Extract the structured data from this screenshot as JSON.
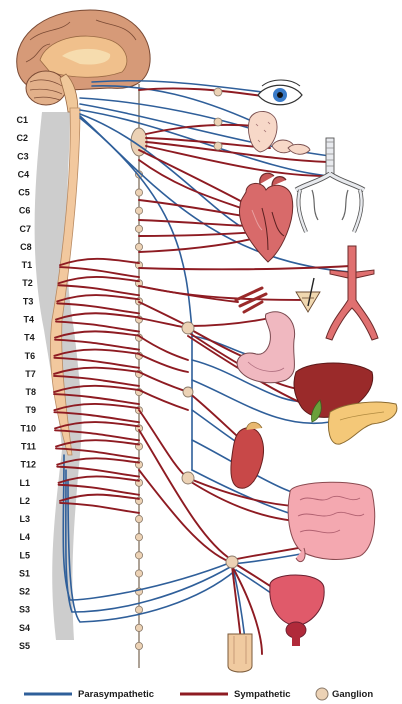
{
  "colors": {
    "parasympathetic": "#2f5f9a",
    "sympathetic": "#8e1b22",
    "ganglion": "#ecd2b5",
    "spine": "#cdcdcd"
  },
  "spinal_levels": [
    "C1",
    "C2",
    "C3",
    "C4",
    "C5",
    "C6",
    "C7",
    "C8",
    "T1",
    "T2",
    "T3",
    "T4",
    "T4",
    "T6",
    "T7",
    "T8",
    "T9",
    "T10",
    "T11",
    "T12",
    "L1",
    "L2",
    "L3",
    "L4",
    "L5",
    "S1",
    "S2",
    "S3",
    "S4",
    "S5"
  ],
  "legend": {
    "parasympathetic": "Parasympathetic",
    "sympathetic": "Sympathetic",
    "ganglion": "Ganglion"
  },
  "organs": [
    "eye-icon",
    "salivary-gland",
    "parotid-gland",
    "lungs",
    "heart",
    "blood-vessel",
    "hair-follicle",
    "stomach",
    "liver",
    "pancreas",
    "kidney",
    "intestines",
    "bladder",
    "genitals"
  ]
}
